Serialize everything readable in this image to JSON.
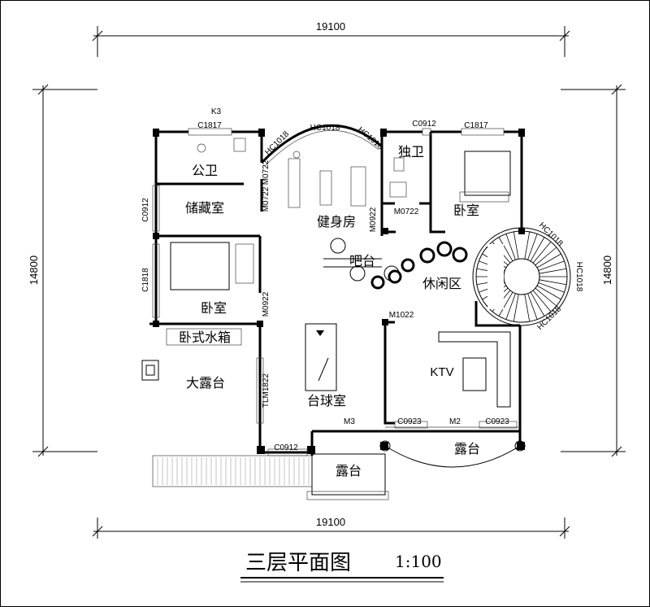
{
  "dimensions": {
    "top": "19100",
    "bottom": "19100",
    "left": "14800",
    "right": "14800"
  },
  "rooms": {
    "public_bath": "公卫",
    "storage": "储藏室",
    "gym": "健身房",
    "private_bath": "独卫",
    "bedroom_ne": "卧室",
    "bar": "吧台",
    "lounge": "休闲区",
    "bedroom_w": "卧室",
    "water_tank": "卧式水箱",
    "big_terrace": "大露台",
    "billiards": "台球室",
    "ktv": "KTV",
    "terrace_s": "露台",
    "terrace_se": "露台"
  },
  "labels": {
    "k3": "K3",
    "c1817_a": "C1817",
    "hc1018_a": "HC1018",
    "hc1018_b": "HC1018",
    "hc1018_c": "HC1018",
    "c0912_a": "C0912",
    "c1817_b": "C1817",
    "m0722_a": "M0722",
    "m0722_b": "M0722",
    "m0722_c": "M0722",
    "m0922_a": "M0922",
    "c0912_b": "C0912",
    "c1818": "C1818",
    "hc1018_d": "HC1018",
    "hc1018_e": "HC1018",
    "hc1018_f": "HC1018",
    "m0922_b": "M0922",
    "m1022": "M1022",
    "tlm1822": "TLM1822",
    "m3": "M3",
    "c0923_a": "C0923",
    "m2": "M2",
    "c0923_b": "C0923",
    "c0912_c": "C0912"
  },
  "title": {
    "text": "三层平面图",
    "scale": "1:100"
  }
}
